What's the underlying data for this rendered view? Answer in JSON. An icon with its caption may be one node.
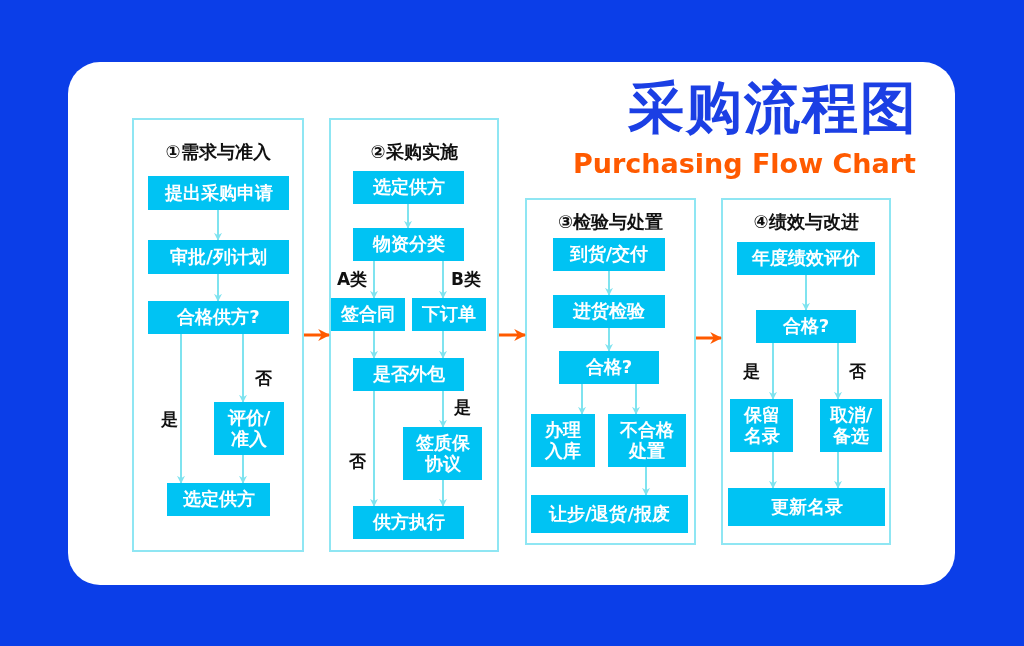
{
  "diagram": {
    "title": "采购流程图",
    "nodes": [
      {
        "text": [
          "①需求与准入"
        ]
      },
      {
        "text": [
          "提出采购申请"
        ],
        "in": 0
      },
      {
        "text": [
          "审批/列计划"
        ],
        "in": 0
      },
      {
        "text": [
          "合格供方?"
        ],
        "in": 0
      },
      {
        "text": [
          "评价/准入"
        ],
        "in": 0
      },
      {
        "text": [
          "选定供方"
        ],
        "in": 0
      },
      {
        "text": [
          "②采购实施"
        ]
      },
      {
        "text": [
          "选定供方"
        ],
        "in": 6
      },
      {
        "text": [
          "物资分类"
        ],
        "in": 6
      },
      {
        "text": [
          "签合同"
        ],
        "in": 6
      },
      {
        "text": [
          "下订单"
        ],
        "in": 6
      },
      {
        "text": [
          "是否外包"
        ],
        "in": 6
      },
      {
        "text": [
          "签质保协议"
        ],
        "in": 6
      },
      {
        "text": [
          "供方执行"
        ],
        "in": 6
      },
      {
        "text": [
          "③检验与处置"
        ]
      },
      {
        "text": [
          "到货/交付"
        ],
        "in": 14
      },
      {
        "text": [
          "进货检验"
        ],
        "in": 14
      },
      {
        "text": [
          "合格?"
        ],
        "in": 14
      },
      {
        "text": [
          "办理入库"
        ],
        "in": 14
      },
      {
        "text": [
          "不合格处置"
        ],
        "in": 14
      },
      {
        "text": [
          "让步/退货/报废"
        ],
        "in": 14
      },
      {
        "text": [
          "④绩效与改进"
        ]
      },
      {
        "text": [
          "年度绩效评价"
        ],
        "in": 21
      },
      {
        "text": [
          "合格?"
        ],
        "in": 21
      },
      {
        "text": [
          "保留名录"
        ],
        "in": 21
      },
      {
        "text": [
          "取消/备选"
        ],
        "in": 21
      },
      {
        "text": [
          "更新名录"
        ],
        "in": 21
      }
    ],
    "edges": [
      {
        "from": 1,
        "to": 2,
        "arrow": "to"
      },
      {
        "from": 2,
        "to": 3,
        "arrow": "to"
      },
      {
        "from": 3,
        "to": 5,
        "arrow": "to",
        "label": "是"
      },
      {
        "from": 3,
        "to": 4,
        "arrow": "to",
        "label": "否"
      },
      {
        "from": 4,
        "to": 5,
        "arrow": "to"
      },
      {
        "from": 7,
        "to": 8,
        "arrow": "to"
      },
      {
        "from": 8,
        "to": 9,
        "arrow": "to",
        "label": "A类"
      },
      {
        "from": 8,
        "to": 10,
        "arrow": "to",
        "label": "B类"
      },
      {
        "from": 9,
        "to": 11,
        "arrow": "to"
      },
      {
        "from": 10,
        "to": 11,
        "arrow": "to"
      },
      {
        "from": 11,
        "to": 13,
        "arrow": "to",
        "label": "否"
      },
      {
        "from": 11,
        "to": 12,
        "arrow": "to",
        "label": "是"
      },
      {
        "from": 12,
        "to": 13,
        "arrow": "to"
      },
      {
        "from": 15,
        "to": 16,
        "arrow": "to"
      },
      {
        "from": 16,
        "to": 17,
        "arrow": "to"
      },
      {
        "from": 17,
        "to": 18,
        "arrow": "to"
      },
      {
        "from": 17,
        "to": 19,
        "arrow": "to"
      },
      {
        "from": 19,
        "to": 20,
        "arrow": "to"
      },
      {
        "from": 22,
        "to": 23,
        "arrow": "to"
      },
      {
        "from": 23,
        "to": 24,
        "arrow": "to",
        "label": "是"
      },
      {
        "from": 23,
        "to": 25,
        "arrow": "to",
        "label": "否"
      },
      {
        "from": 24,
        "to": 26,
        "arrow": "to"
      },
      {
        "from": 25,
        "to": 26,
        "arrow": "to"
      },
      {
        "from": 0,
        "to": 6,
        "arrow": "to",
        "color": "#ff5a00"
      },
      {
        "from": 6,
        "to": 14,
        "arrow": "to",
        "color": "#ff5a00"
      },
      {
        "from": 14,
        "to": 21,
        "arrow": "to",
        "color": "#ff5a00"
      }
    ],
    "labels": [
      "Purchasing Flow Chart"
    ]
  }
}
